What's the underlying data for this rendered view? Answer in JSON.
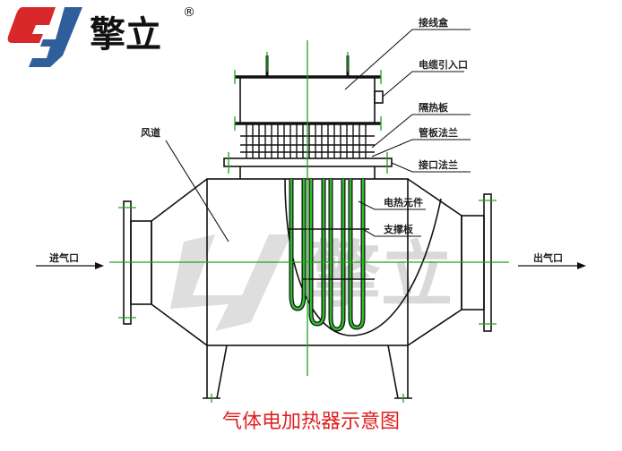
{
  "logo": {
    "name": "擎立",
    "registered": "®"
  },
  "labels": {
    "junction_box": "接线盒",
    "cable_inlet": "电缆引入口",
    "heat_shield": "隔热板",
    "tube_sheet_flange": "管板法兰",
    "interface_flange": "接口法兰",
    "heating_element": "电热元件",
    "support_plate": "支撑板",
    "duct": "风道",
    "air_inlet": "进气口",
    "air_outlet": "出气口"
  },
  "title": "气体电加热器示意图",
  "colors": {
    "line": "#111111",
    "centerline": "#1aa81a",
    "title": "#e02020",
    "logo_red": "#d8282a",
    "logo_blue": "#2f5f9a"
  }
}
